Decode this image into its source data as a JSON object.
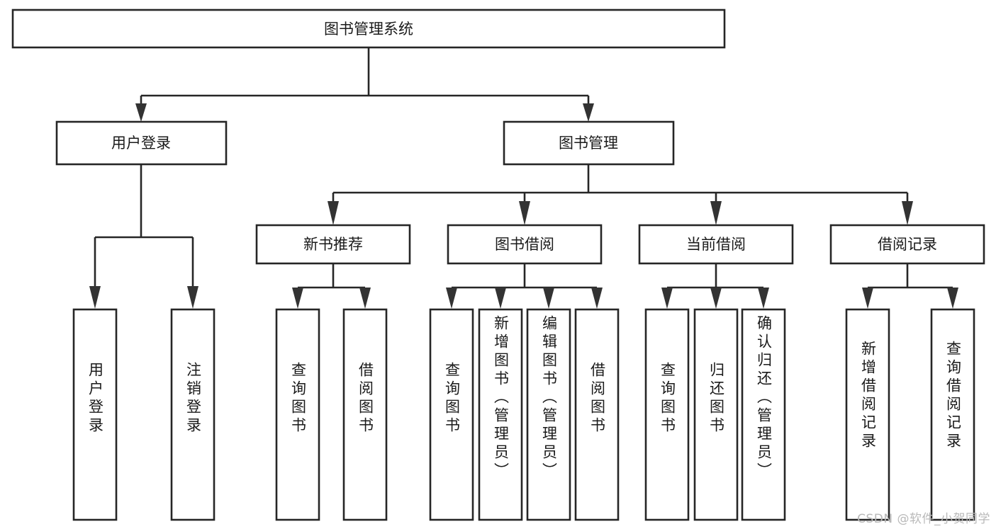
{
  "diagram": {
    "type": "tree-hierarchy",
    "title": "图书管理系统",
    "watermark": "CSDN @软件_小贺同学",
    "colors": {
      "background": "#ffffff",
      "box_stroke": "#262626",
      "box_fill": "#ffffff",
      "connector": "#262626",
      "text": "#1a1a1a",
      "watermark": "#b9b9b9"
    },
    "root": {
      "label": "图书管理系统"
    },
    "level2": [
      {
        "label": "用户登录"
      },
      {
        "label": "图书管理"
      }
    ],
    "level3": [
      {
        "label": "新书推荐"
      },
      {
        "label": "图书借阅"
      },
      {
        "label": "当前借阅"
      },
      {
        "label": "借阅记录"
      }
    ],
    "leaves": {
      "user_login": [
        {
          "label": "用户登录"
        },
        {
          "label": "注销登录"
        }
      ],
      "new_book_recommend": [
        {
          "label": "查询图书"
        },
        {
          "label": "借阅图书"
        }
      ],
      "book_borrow": [
        {
          "label": "查询图书"
        },
        {
          "label": "新增图书（管理员）"
        },
        {
          "label": "编辑图书（管理员）"
        },
        {
          "label": "借阅图书"
        }
      ],
      "current_borrow": [
        {
          "label": "查询图书"
        },
        {
          "label": "归还图书"
        },
        {
          "label": "确认归还（管理员）"
        }
      ],
      "borrow_record": [
        {
          "label": "新增借阅记录"
        },
        {
          "label": "查询借阅记录"
        }
      ]
    }
  }
}
